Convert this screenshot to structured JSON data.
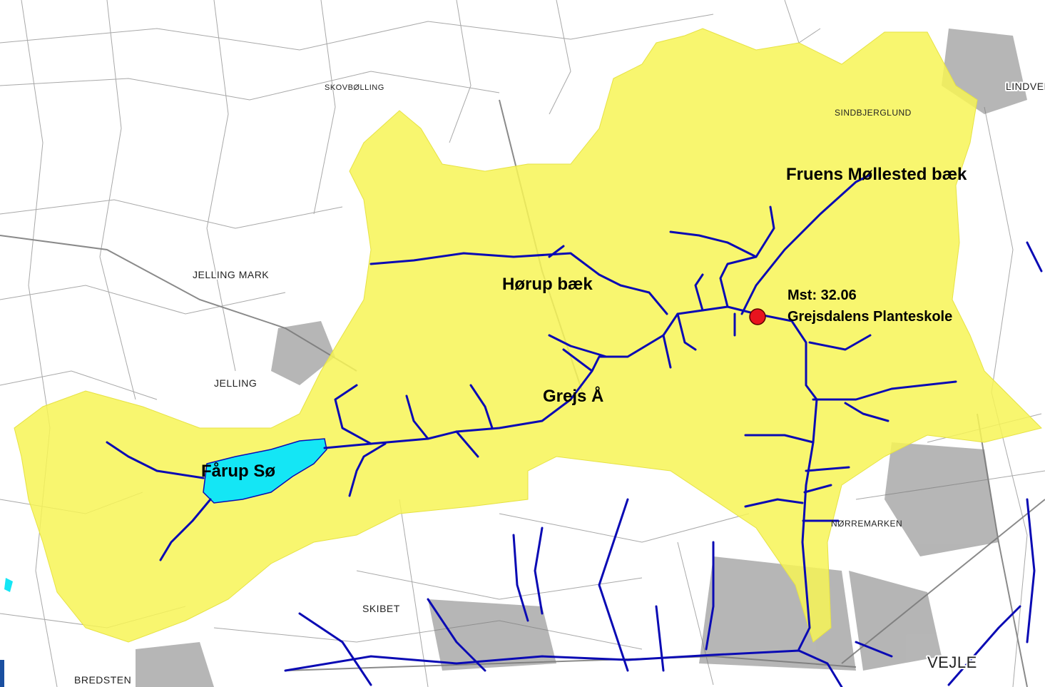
{
  "colors": {
    "catchment": "#f7f556",
    "stream": "#0a0ab4",
    "lake": "#14e6f5",
    "station": "#e8141e",
    "basemap_line": "#9a9a9a",
    "urban": "#6e6e6e"
  },
  "labels": {
    "fruens": "Fruens Møllested bæk",
    "horup": "Hørup bæk",
    "grejs": "Grejs Å",
    "farup": "Fårup Sø",
    "station_id": "Mst: 32.06",
    "station_name": "Grejsdalens Planteskole"
  },
  "places": {
    "jelling": "JELLING",
    "jelling_mark": "JELLING MARK",
    "skibet": "SKIBET",
    "vejle": "VEJLE",
    "bredsten": "BREDSTEN",
    "lindved": "LINDVED",
    "sindbjerglund": "SINDBJERGLUND",
    "norremarken": "NØRREMARKEN",
    "skovbolling": "SKOVBØLLING"
  }
}
